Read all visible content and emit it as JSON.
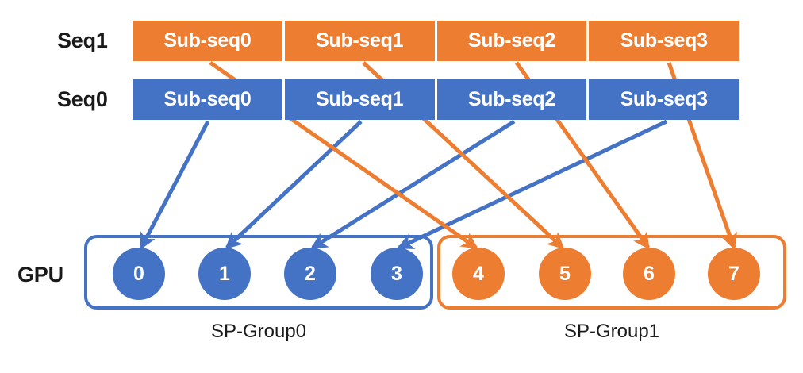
{
  "diagram": {
    "title_rows": {
      "seq1_label": "Seq1",
      "seq0_label": "Seq0",
      "gpu_label": "GPU"
    },
    "colors": {
      "seq0_blue": "#4472c4",
      "seq1_orange": "#ed7d31",
      "text_dark": "#1a1a1a",
      "background": "#ffffff"
    },
    "sequences": [
      {
        "name": "Seq1",
        "color": "#ed7d31",
        "segments": [
          "Sub-seq0",
          "Sub-seq1",
          "Sub-seq2",
          "Sub-seq3"
        ]
      },
      {
        "name": "Seq0",
        "color": "#4472c4",
        "segments": [
          "Sub-seq0",
          "Sub-seq1",
          "Sub-seq2",
          "Sub-seq3"
        ]
      }
    ],
    "gpu_groups": [
      {
        "caption": "SP-Group0",
        "color": "#4472c4",
        "nodes": [
          "0",
          "1",
          "2",
          "3"
        ]
      },
      {
        "caption": "SP-Group1",
        "color": "#ed7d31",
        "nodes": [
          "4",
          "5",
          "6",
          "7"
        ]
      }
    ],
    "mappings": [
      {
        "from": "Seq0.Sub-seq0",
        "to": "GPU0",
        "color": "#4472c4"
      },
      {
        "from": "Seq0.Sub-seq1",
        "to": "GPU1",
        "color": "#4472c4"
      },
      {
        "from": "Seq0.Sub-seq2",
        "to": "GPU2",
        "color": "#4472c4"
      },
      {
        "from": "Seq0.Sub-seq3",
        "to": "GPU3",
        "color": "#4472c4"
      },
      {
        "from": "Seq1.Sub-seq0",
        "to": "GPU4",
        "color": "#ed7d31"
      },
      {
        "from": "Seq1.Sub-seq1",
        "to": "GPU5",
        "color": "#ed7d31"
      },
      {
        "from": "Seq1.Sub-seq2",
        "to": "GPU6",
        "color": "#ed7d31"
      },
      {
        "from": "Seq1.Sub-seq3",
        "to": "GPU7",
        "color": "#ed7d31"
      }
    ]
  }
}
